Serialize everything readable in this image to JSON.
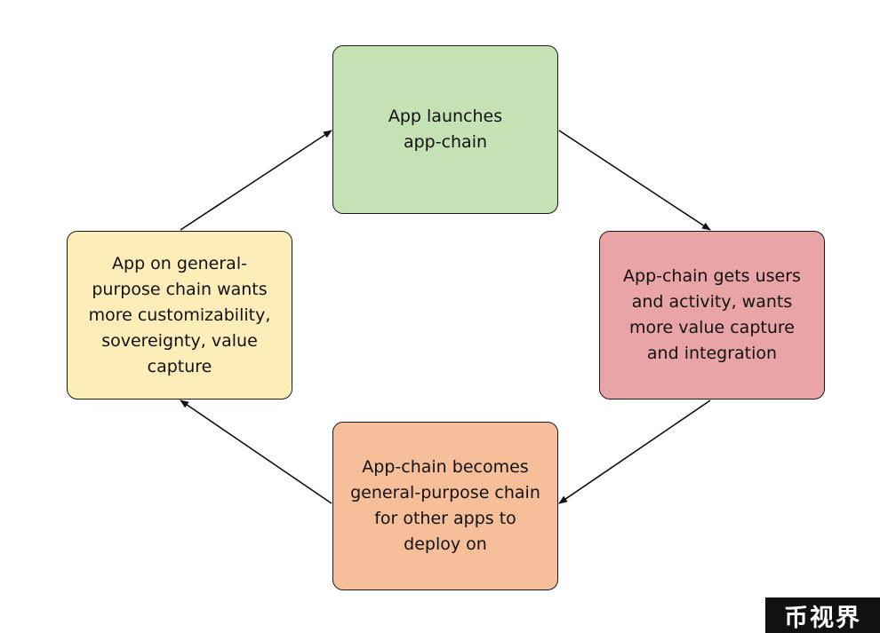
{
  "diagram": {
    "type": "cycle",
    "nodes": [
      {
        "id": "top",
        "label": "App launches\napp-chain",
        "fill": "#c5e2b5"
      },
      {
        "id": "right",
        "label": "App-chain gets users\nand activity, wants\nmore value capture\nand integration",
        "fill": "#e9a5a6"
      },
      {
        "id": "bottom",
        "label": "App-chain becomes\ngeneral-purpose chain\nfor other apps to\ndeploy on",
        "fill": "#f6be99"
      },
      {
        "id": "left",
        "label": "App on general-\npurpose chain wants\nmore customizability,\nsovereignty, value\ncapture",
        "fill": "#fdeeb9"
      }
    ],
    "edges": [
      {
        "from": "top",
        "to": "right"
      },
      {
        "from": "right",
        "to": "bottom"
      },
      {
        "from": "bottom",
        "to": "left"
      },
      {
        "from": "left",
        "to": "top"
      }
    ],
    "stroke_color": "#111111"
  },
  "watermark": {
    "text": "币视界",
    "background": "#111111",
    "color": "#ffffff"
  }
}
